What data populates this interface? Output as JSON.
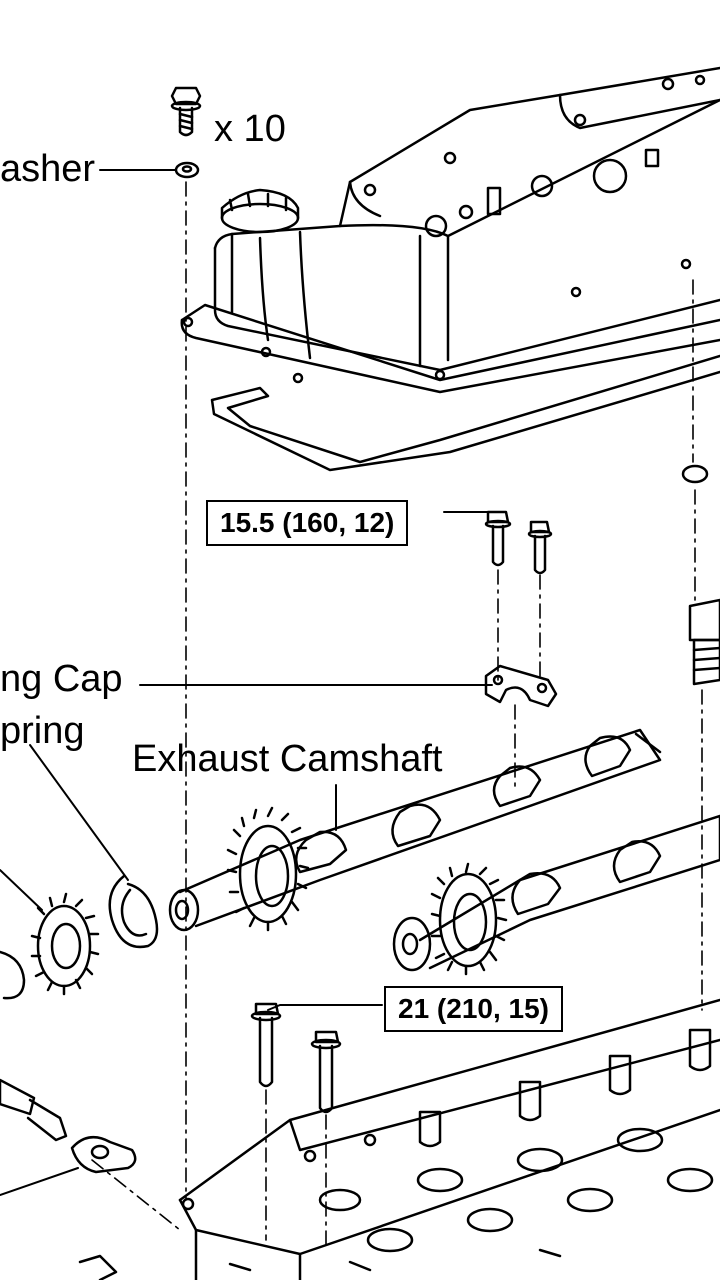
{
  "labels": {
    "qty": "x 10",
    "washer": "asher",
    "bearing_cap": "ng Cap",
    "snap_ring": "pring",
    "exhaust_camshaft": "Exhaust Camshaft"
  },
  "torque_specs": {
    "cap_bolt": "15.5 (160, 12)",
    "gear_bolt": "21 (210, 15)"
  },
  "colors": {
    "line": "#000000",
    "background": "#ffffff"
  }
}
